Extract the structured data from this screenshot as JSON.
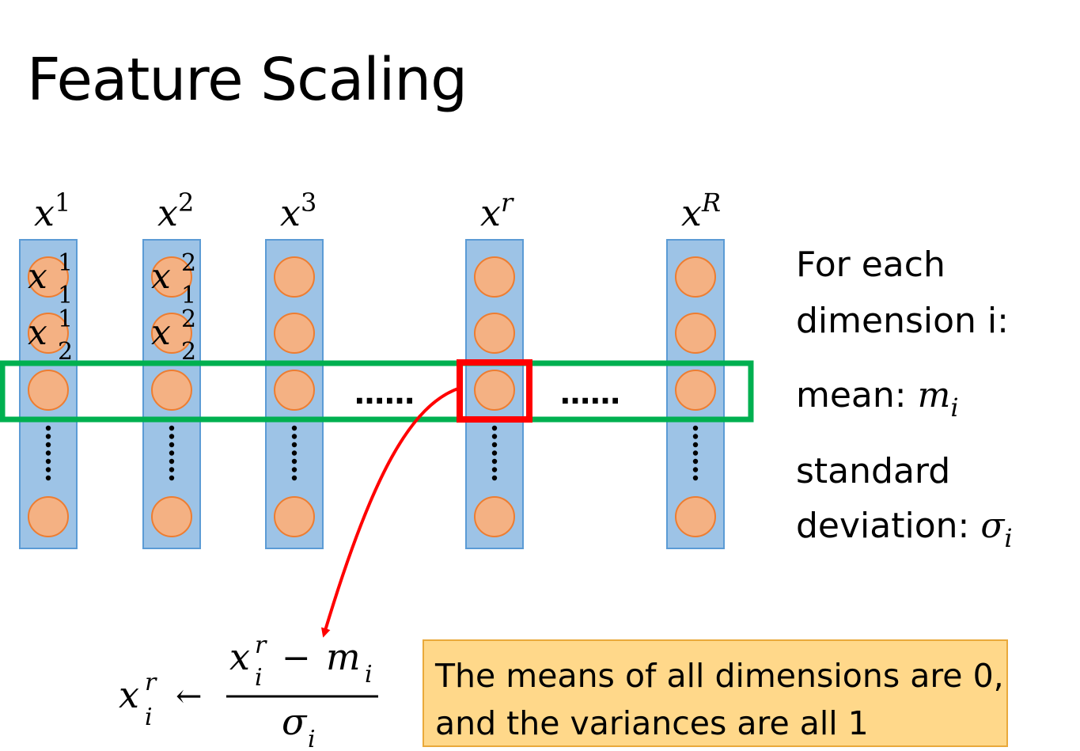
{
  "title": "Feature Scaling",
  "columns": [
    {
      "var": "x",
      "sup": "1",
      "top_labels": [
        {
          "sup": "1",
          "sub": "1"
        },
        {
          "sup": "1",
          "sub": "2"
        }
      ]
    },
    {
      "var": "x",
      "sup": "2",
      "top_labels": [
        {
          "sup": "2",
          "sub": "1"
        },
        {
          "sup": "2",
          "sub": "2"
        }
      ]
    },
    {
      "var": "x",
      "sup": "3",
      "top_labels": []
    },
    {
      "var": "x",
      "sup": "r",
      "top_labels": []
    },
    {
      "var": "x",
      "sup": "R",
      "top_labels": []
    }
  ],
  "element_var": "x",
  "ellipsis_between": [
    "……",
    "……"
  ],
  "side_notes": {
    "line1": "For each",
    "line2": "dimension i:",
    "mean_label": "mean: ",
    "mean_symbol": "m",
    "mean_sub": "i",
    "std_line1": "standard",
    "std_label": "deviation: ",
    "std_symbol": "σ",
    "std_sub": "i"
  },
  "formula": {
    "lhs_var": "x",
    "lhs_sup": "r",
    "lhs_sub": "i",
    "arrow": "←",
    "num_var": "x",
    "num_sup": "r",
    "num_sub": "i",
    "minus": "−",
    "mean_symbol": "m",
    "mean_sub": "i",
    "den_symbol": "σ",
    "den_sub": "i"
  },
  "note": {
    "line1": "The means of all dimensions are 0,",
    "line2": "and the variances are all 1"
  },
  "colors": {
    "column_fill": "#9dc3e6",
    "column_stroke": "#5b9bd5",
    "circle_fill": "#f4b183",
    "circle_stroke": "#ed7d31",
    "highlight_row": "#00b050",
    "highlight_cell": "#ff0000",
    "arrow": "#ff0000",
    "note_fill": "#ffd88a"
  }
}
